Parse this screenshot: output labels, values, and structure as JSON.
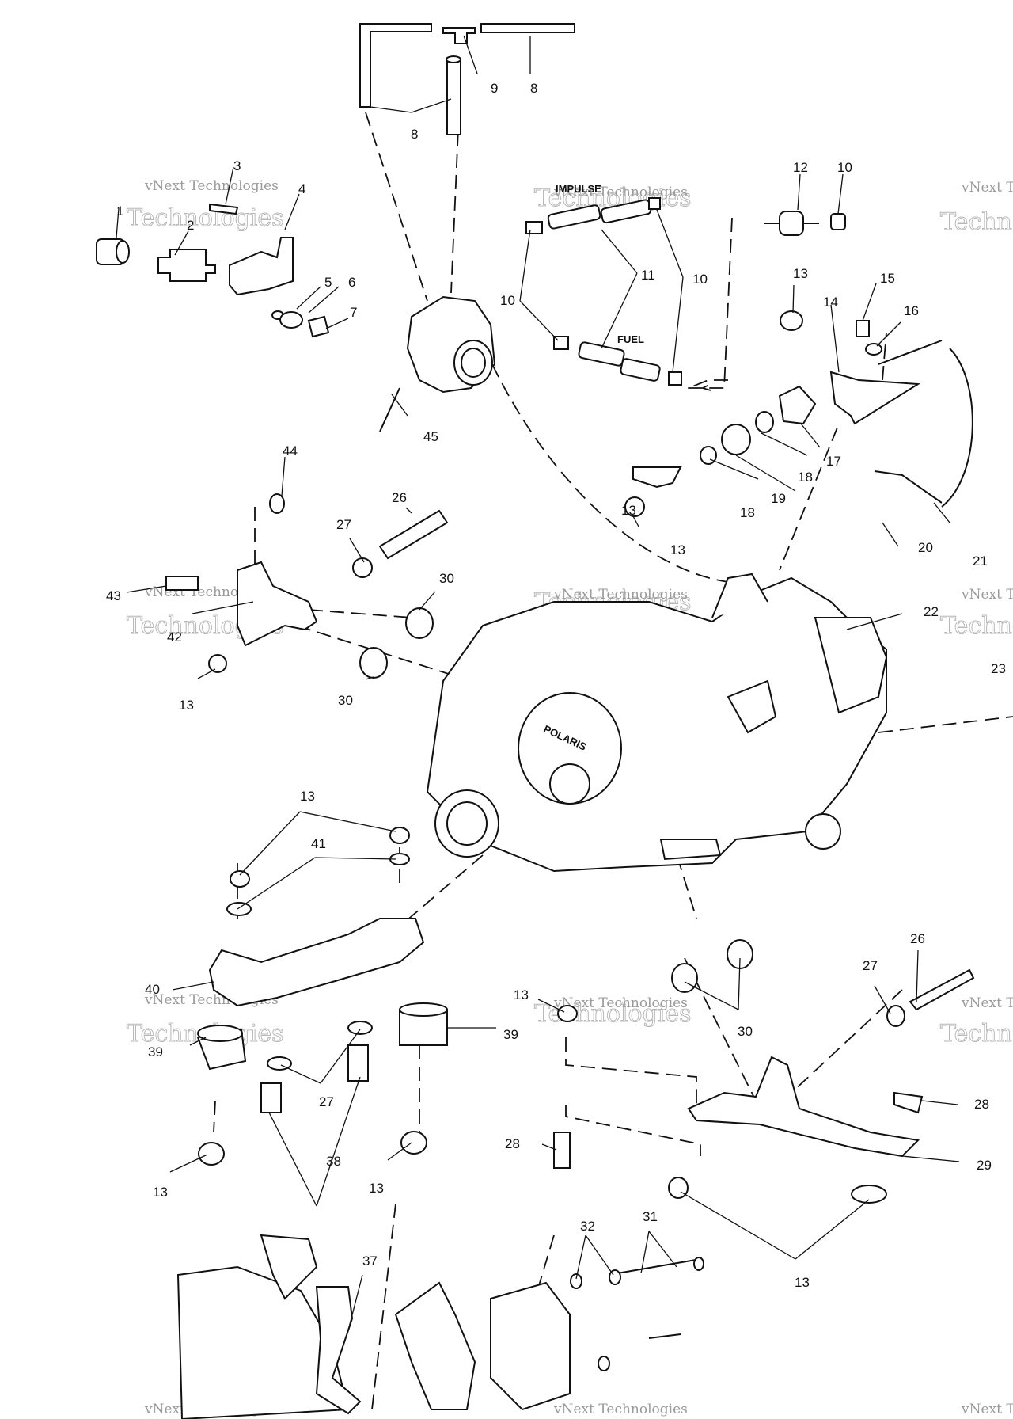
{
  "callouts": [
    {
      "text": "1"
    },
    {
      "text": "2"
    },
    {
      "text": "3"
    },
    {
      "text": "4"
    },
    {
      "text": "5"
    },
    {
      "text": "6"
    },
    {
      "text": "7"
    },
    {
      "text": "8"
    },
    {
      "text": "8"
    },
    {
      "text": "9"
    },
    {
      "text": "10"
    },
    {
      "text": "10"
    },
    {
      "text": "10"
    },
    {
      "text": "11"
    },
    {
      "text": "12"
    },
    {
      "text": "13"
    },
    {
      "text": "13"
    },
    {
      "text": "14"
    },
    {
      "text": "15"
    },
    {
      "text": "16"
    },
    {
      "text": "17"
    },
    {
      "text": "18"
    },
    {
      "text": "18"
    },
    {
      "text": "19"
    },
    {
      "text": "20"
    },
    {
      "text": "21"
    },
    {
      "text": "22"
    },
    {
      "text": "23"
    },
    {
      "text": "26"
    },
    {
      "text": "27"
    },
    {
      "text": "30"
    },
    {
      "text": "30"
    },
    {
      "text": "42"
    },
    {
      "text": "43"
    },
    {
      "text": "44"
    },
    {
      "text": "13"
    },
    {
      "text": "45"
    },
    {
      "text": "13"
    },
    {
      "text": "41"
    },
    {
      "text": "40"
    },
    {
      "text": "39"
    },
    {
      "text": "39"
    },
    {
      "text": "27"
    },
    {
      "text": "38"
    },
    {
      "text": "13"
    },
    {
      "text": "13"
    },
    {
      "text": "13"
    },
    {
      "text": "30"
    },
    {
      "text": "26"
    },
    {
      "text": "27"
    },
    {
      "text": "28"
    },
    {
      "text": "28"
    },
    {
      "text": "29"
    },
    {
      "text": "13"
    },
    {
      "text": "32"
    },
    {
      "text": "31"
    },
    {
      "text": "37"
    },
    {
      "text": "13"
    }
  ],
  "part_labels": {
    "impulse": "IMPULSE",
    "fuel": "FUEL",
    "polaris": "POLARIS"
  },
  "watermark": {
    "line1": "vNext Technologies",
    "line2": "Technologies",
    "line3": "vNext"
  },
  "colors": {
    "ink": "#111111",
    "watermark": "#9a9a9a",
    "background": "#ffffff"
  }
}
